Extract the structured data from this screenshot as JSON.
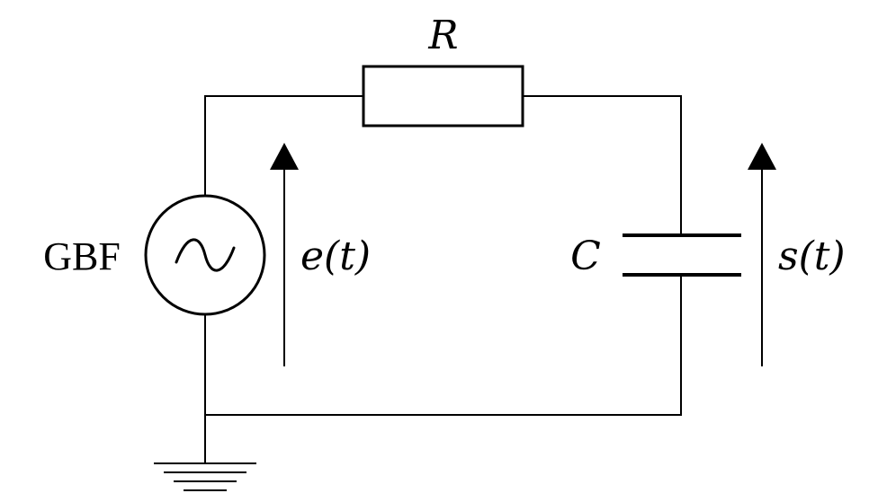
{
  "labels": {
    "resistor": "R",
    "capacitor": "C",
    "source": "GBF",
    "input_voltage": "e(t)",
    "output_voltage": "s(t)"
  },
  "icons": {
    "source_symbol": "sine-wave-icon",
    "ground_symbol": "ground-icon",
    "voltage_arrow": "arrow-up-icon"
  },
  "colors": {
    "stroke": "#000000",
    "background": "#ffffff"
  }
}
